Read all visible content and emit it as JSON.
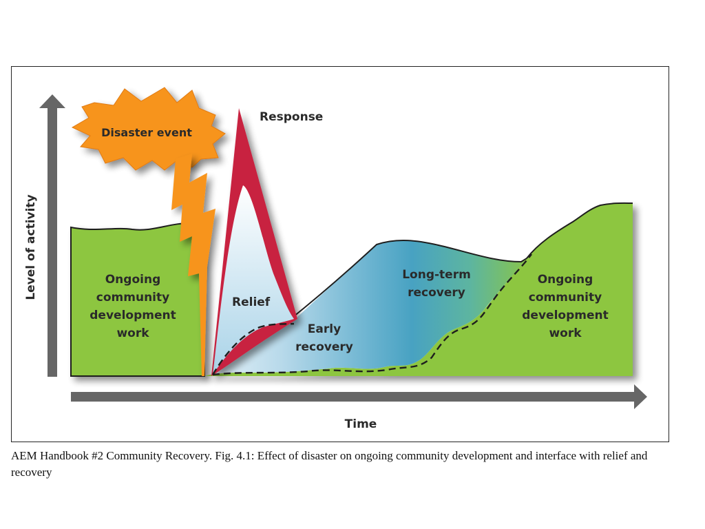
{
  "diagram": {
    "axes": {
      "y_label": "Level of activity",
      "x_label": "Time"
    },
    "labels": {
      "disaster_event": "Disaster event",
      "response": "Response",
      "relief": "Relief",
      "early_recovery_1": "Early",
      "early_recovery_2": "recovery",
      "long_term_recovery_1": "Long-term",
      "long_term_recovery_2": "recovery",
      "ongoing_left": [
        "Ongoing",
        "community",
        "development",
        "work"
      ],
      "ongoing_right": [
        "Ongoing",
        "community",
        "development",
        "work"
      ]
    },
    "colors": {
      "ongoing_green": "#8dc63f",
      "disaster_orange": "#f7941d",
      "response_red": "#c8203f",
      "relief_light_blue": "#cfe6f2",
      "recovery_blue": "#4aa3c2",
      "axis_gray": "#666666"
    }
  },
  "caption": "AEM Handbook #2 Community Recovery. Fig. 4.1: Effect of disaster on ongoing community development and interface with relief and recovery"
}
